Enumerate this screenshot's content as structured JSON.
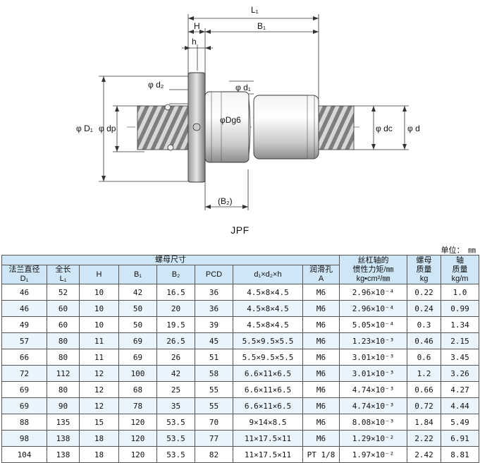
{
  "drawing": {
    "labels": {
      "L1": "L₁",
      "H": "H",
      "B1": "B₁",
      "h": "h",
      "d2": "φ d₂",
      "d1": "φ d₁",
      "D1": "φ D₁",
      "dp": "φ dp",
      "Dg6": "φDg6",
      "dc": "φ dc",
      "d": "φ d",
      "B2": "(B₂)"
    },
    "caption": "JPF"
  },
  "unit_note": "单位：　",
  "unit_mm": "㎜",
  "table": {
    "group_header": "螺母尺寸",
    "headers": {
      "D1": [
        "法兰直径",
        "D₁"
      ],
      "L1": [
        "全长",
        "L₁"
      ],
      "H": "H",
      "B1": "B₁",
      "B2": "B₂",
      "PCD": "PCD",
      "holes": "d₁×d₂×h",
      "lube": [
        "润滑孔",
        "A"
      ],
      "inertia": [
        "丝杠轴的",
        "惯性力矩/㎜",
        "kg•cm²/㎜"
      ],
      "nut_mass": [
        "螺母",
        "质量",
        "kg"
      ],
      "shaft_mass": [
        "轴",
        "质量",
        "kg/m"
      ]
    },
    "rows": [
      [
        "46",
        "52",
        "10",
        "42",
        "16.5",
        "36",
        "4.5×8×4.5",
        "M6",
        "2.96×10⁻⁴",
        "0.22",
        "1.0"
      ],
      [
        "46",
        "60",
        "10",
        "50",
        "20",
        "36",
        "4.5×8×4.5",
        "M6",
        "2.96×10⁻⁴",
        "0.24",
        "0.99"
      ],
      [
        "49",
        "60",
        "10",
        "50",
        "19.5",
        "39",
        "4.5×8×4.5",
        "M6",
        "5.05×10⁻⁴",
        "0.3",
        "1.34"
      ],
      [
        "57",
        "80",
        "11",
        "69",
        "26.5",
        "45",
        "5.5×9.5×5.5",
        "M6",
        "1.23×10⁻³",
        "0.46",
        "2.15"
      ],
      [
        "66",
        "80",
        "11",
        "69",
        "26",
        "51",
        "5.5×9.5×5.5",
        "M6",
        "3.01×10⁻³",
        "0.6",
        "3.45"
      ],
      [
        "72",
        "112",
        "12",
        "100",
        "42",
        "58",
        "6.6×11×6.5",
        "M6",
        "3.01×10⁻³",
        "1.2",
        "3.26"
      ],
      [
        "69",
        "80",
        "12",
        "68",
        "25",
        "55",
        "6.6×11×6.5",
        "M6",
        "4.74×10⁻³",
        "0.66",
        "4.27"
      ],
      [
        "69",
        "90",
        "12",
        "78",
        "35",
        "55",
        "6.6×11×6.5",
        "M6",
        "4.74×10⁻³",
        "0.72",
        "4.44"
      ],
      [
        "88",
        "135",
        "15",
        "120",
        "53.5",
        "70",
        "9×14×8.5",
        "M6",
        "8.08×10⁻³",
        "1.84",
        "5.49"
      ],
      [
        "98",
        "138",
        "18",
        "120",
        "53.5",
        "77",
        "11×17.5×11",
        "M6",
        "1.29×10⁻²",
        "2.22",
        "6.91"
      ],
      [
        "104",
        "138",
        "18",
        "120",
        "53.5",
        "82",
        "11×17.5×11",
        "PT 1/8",
        "1.97×10⁻²",
        "2.42",
        "8.81"
      ]
    ]
  }
}
